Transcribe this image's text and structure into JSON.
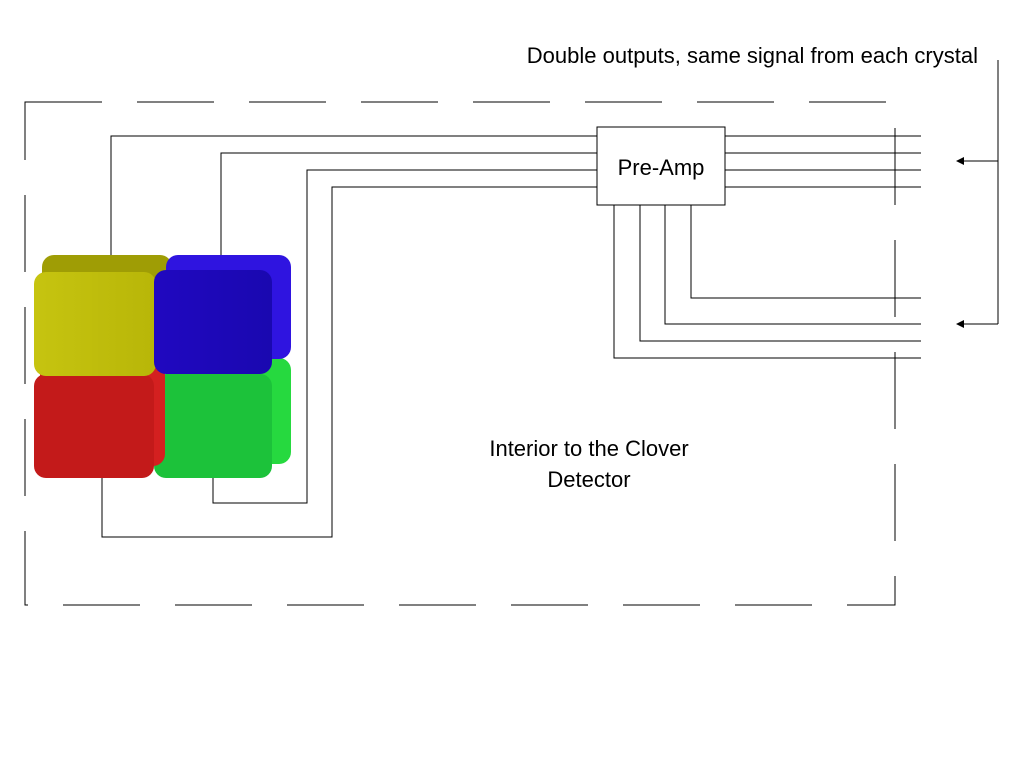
{
  "header": {
    "annotation": "Double outputs, same signal from each crystal"
  },
  "preamp": {
    "label": "Pre-Amp"
  },
  "detector": {
    "label_line1": "Interior to the Clover",
    "label_line2": "Detector"
  },
  "colors": {
    "yellow_crystal": "#c3c20c",
    "blue_crystal": "#1f0cbf",
    "red_crystal": "#c31a1a",
    "green_crystal": "#1cc23a",
    "line": "#000000"
  }
}
